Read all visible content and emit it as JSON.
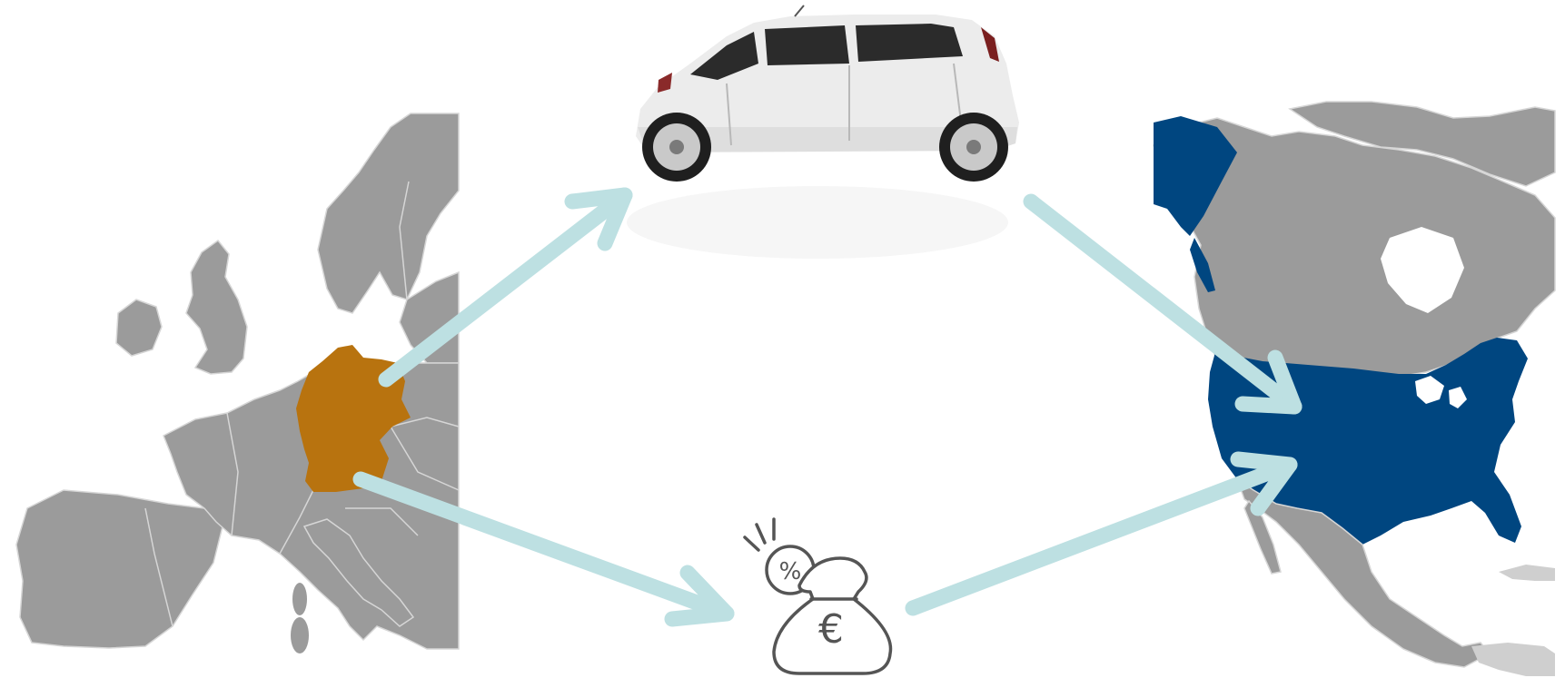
{
  "colors": {
    "map_gray": "#9b9b9b",
    "map_border": "#d6d6d6",
    "germany": "#b8730f",
    "usa": "#004680",
    "alaska": "#004680",
    "light_region": "#cfcfcf",
    "arrow": "#bde0e2",
    "car_body": "#ececec",
    "car_shadow": "#bdbdbd",
    "window": "#2b2b2b",
    "tire": "#1f1f1f",
    "rim": "#c9c9c9",
    "icon_stroke": "#555555"
  },
  "icons": {
    "europe_map": "europe-map",
    "north_america_map": "north-america-map",
    "car": "electric-car",
    "money_bag": "euro-money-bag"
  },
  "money_bag": {
    "currency_symbol": "€",
    "percent_symbol": "%"
  }
}
